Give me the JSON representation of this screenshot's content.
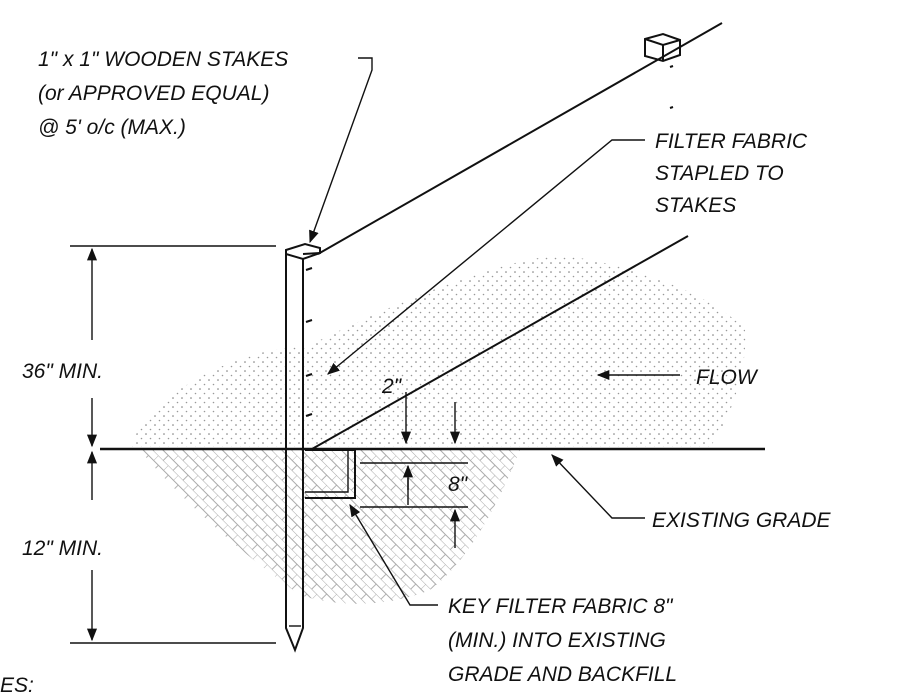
{
  "labels": {
    "stakes": [
      "1\" x 1\" WOODEN STAKES",
      "(or APPROVED EQUAL)",
      "@ 5' o/c (MAX.)"
    ],
    "fabric": [
      "FILTER FABRIC",
      "STAPLED TO",
      "STAKES"
    ],
    "flow": "FLOW",
    "existing_grade": "EXISTING GRADE",
    "key": [
      "KEY FILTER FABRIC 8\"",
      "(MIN.) INTO EXISTING",
      "GRADE AND BACKFILL"
    ],
    "notes": "ES:"
  },
  "dimensions": {
    "above_grade": "36\" MIN.",
    "below_grade": "12\" MIN.",
    "fabric_offset": "2\"",
    "key_depth": "8\""
  }
}
